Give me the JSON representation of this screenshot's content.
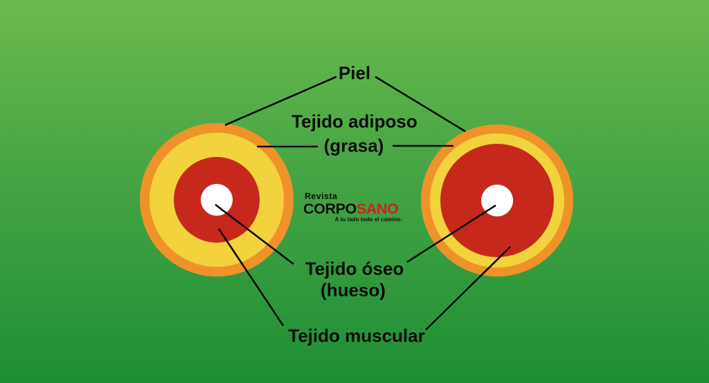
{
  "background": {
    "gradient_top": "#6cba4d",
    "gradient_bottom": "#1e8e35"
  },
  "labels": {
    "piel": "Piel",
    "adiposo_line1": "Tejido adiposo",
    "adiposo_line2": "(grasa)",
    "oseo_line1": "Tejido óseo",
    "oseo_line2": "(hueso)",
    "muscular": "Tejido muscular"
  },
  "logo": {
    "top_word": "Revista",
    "brand_black": "CORPO",
    "brand_red": "SANO",
    "tagline": "A tu lado todo el camino.",
    "brand_red_color": "#cf1f1f",
    "text_color": "#101010"
  },
  "diagram": {
    "line_color": "#0b0b0b",
    "ring_colors": {
      "piel_skin": "#f0922a",
      "tejido_adiposo_fat": "#f2d23d",
      "tejido_muscular_muscle": "#c7281c",
      "tejido_oseo_bone": "#ffffff"
    },
    "left_cross_section": "thick fat ring, small muscle circle",
    "right_cross_section": "thin fat ring, large muscle circle"
  }
}
